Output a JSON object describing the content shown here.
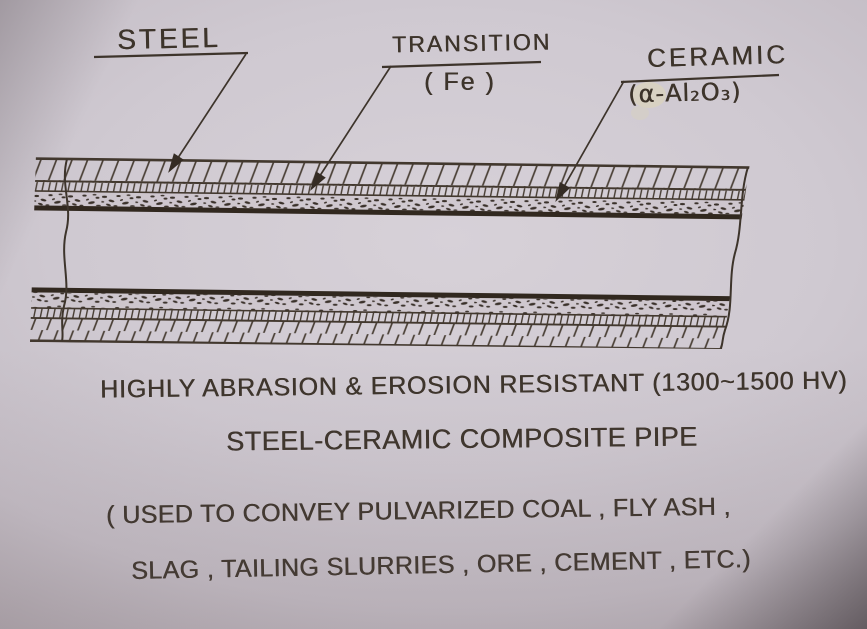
{
  "colors": {
    "ink": "#3d342b",
    "ink_dark": "#2f2720",
    "paper_light": "#d7d1d8",
    "paper_dark": "#8d838a",
    "whiteout": "#d8d2c0"
  },
  "labels": {
    "steel": {
      "title": "STEEL"
    },
    "transition": {
      "title": "TRANSITION",
      "subtitle": "( Fe )"
    },
    "ceramic": {
      "title": "CERAMIC",
      "subtitle": "(α-Al₂O₃)"
    }
  },
  "caption": {
    "line1": "HIGHLY ABRASION & EROSION RESISTANT (1300~1500 HV)",
    "line2": "STEEL-CERAMIC COMPOSITE PIPE",
    "line3": "( USED TO CONVEY PULVARIZED COAL , FLY ASH ,",
    "line4": "SLAG , TAILING SLURRIES , ORE , CEMENT , ETC.)"
  },
  "diagram": {
    "type": "hand-drawn pipe cross-section",
    "layers": [
      {
        "name": "steel",
        "style": "outer wall, wide diagonal hatching"
      },
      {
        "name": "transition",
        "style": "thin dense hatched band (Fe)"
      },
      {
        "name": "ceramic",
        "style": "inner stippled lining (α-Al₂O₃)"
      }
    ]
  }
}
